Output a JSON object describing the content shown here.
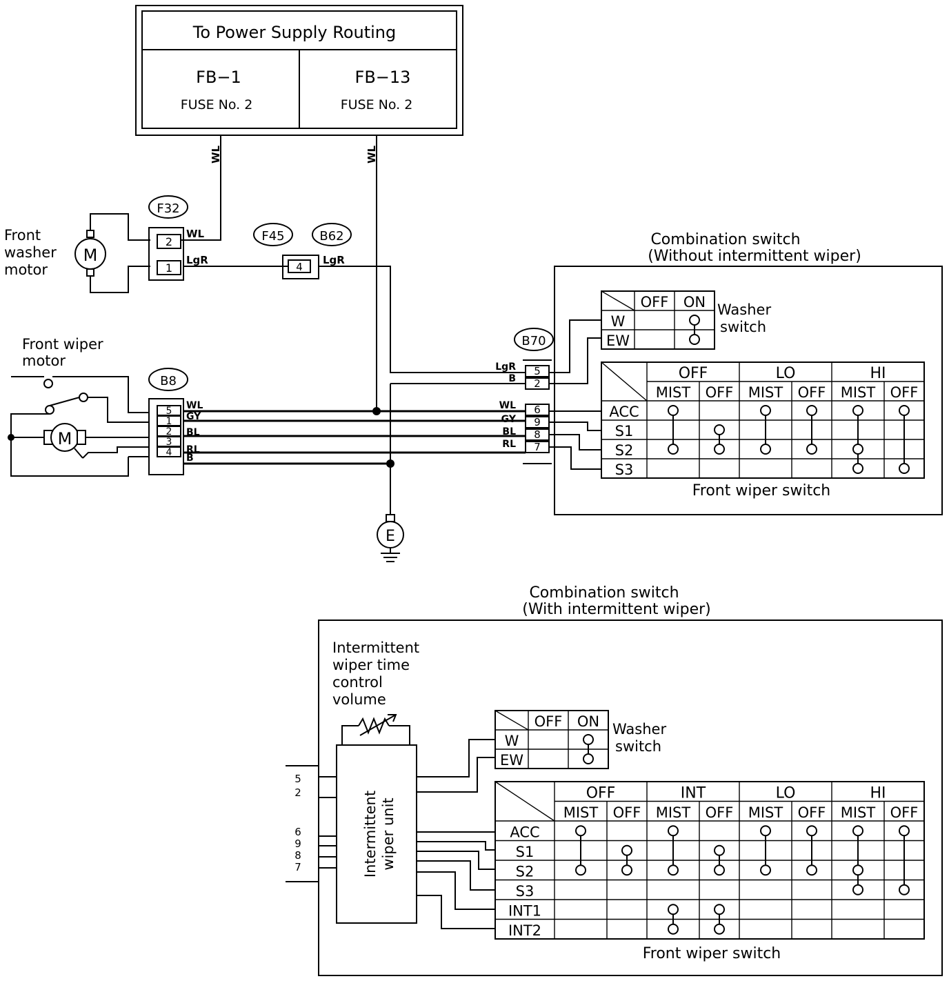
{
  "power_box": {
    "title": "To Power Supply Routing",
    "left_code": "FB−1",
    "left_fuse": "FUSE No. 2",
    "right_code": "FB−13",
    "right_fuse": "FUSE No. 2"
  },
  "wires": {
    "wl_left": "WL",
    "wl_right": "WL",
    "f32_pin2": "WL",
    "f32_pin1": "LgR",
    "b62_out": "LgR"
  },
  "connectors": {
    "f32": "F32",
    "f45": "F45",
    "b62": "B62",
    "b8": "B8",
    "b70": "B70"
  },
  "f32_pins": [
    "2",
    "1"
  ],
  "f45_pin": "4",
  "b8_pins": [
    "5",
    "1",
    "2",
    "3",
    "4"
  ],
  "b8_wires": [
    "WL",
    "GY",
    "BL",
    "RL",
    "B"
  ],
  "b70_top_pins": [
    "5",
    "2"
  ],
  "b70_top_wires": [
    "LgR",
    "B"
  ],
  "b70_bottom_pins": [
    "6",
    "9",
    "8",
    "7"
  ],
  "b70_bottom_wires": [
    "WL",
    "GY",
    "BL",
    "RL"
  ],
  "labels": {
    "washer_motor": [
      "Front",
      "washer",
      "motor"
    ],
    "wiper_motor": [
      "Front wiper",
      "motor"
    ],
    "motor_symbol": "M",
    "ground_symbol": "E"
  },
  "switch1": {
    "title": [
      "Combination switch",
      "(Without intermittent wiper)"
    ],
    "washer_label": [
      "Washer",
      "switch"
    ],
    "washer_cols": [
      "OFF",
      "ON"
    ],
    "washer_rows": [
      "W",
      "EW"
    ],
    "wiper_groups": [
      "OFF",
      "LO",
      "HI"
    ],
    "wiper_sub": [
      "MIST",
      "OFF",
      "MIST",
      "OFF",
      "MIST",
      "OFF"
    ],
    "wiper_rows": [
      "ACC",
      "S1",
      "S2",
      "S3"
    ],
    "wiper_label": "Front wiper switch"
  },
  "switch2": {
    "title": [
      "Combination switch",
      "(With intermittent wiper)"
    ],
    "volume_label": [
      "Intermittent",
      "wiper time",
      "control",
      "volume"
    ],
    "unit_label": [
      "Intermittent",
      "wiper unit"
    ],
    "pins_top": [
      "5",
      "2"
    ],
    "pins_bottom": [
      "6",
      "9",
      "8",
      "7"
    ],
    "washer_label": [
      "Washer",
      "switch"
    ],
    "washer_cols": [
      "OFF",
      "ON"
    ],
    "washer_rows": [
      "W",
      "EW"
    ],
    "wiper_groups": [
      "OFF",
      "INT",
      "LO",
      "HI"
    ],
    "wiper_sub": [
      "MIST",
      "OFF",
      "MIST",
      "OFF",
      "MIST",
      "OFF",
      "MIST",
      "OFF"
    ],
    "wiper_rows": [
      "ACC",
      "S1",
      "S2",
      "S3",
      "INT1",
      "INT2"
    ],
    "wiper_label": "Front wiper switch"
  }
}
